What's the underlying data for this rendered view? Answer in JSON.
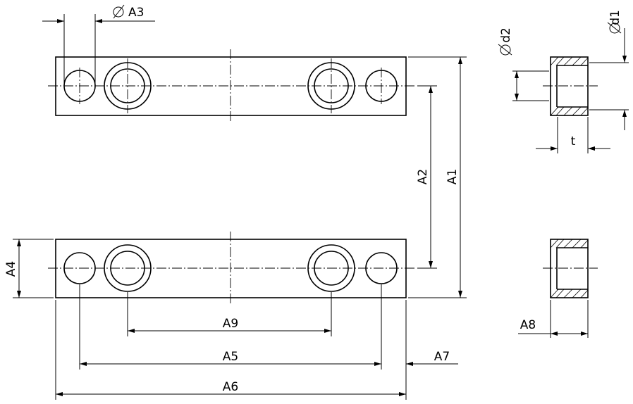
{
  "labels": {
    "diam_A3": "A3",
    "A1": "A1",
    "A2": "A2",
    "A4": "A4",
    "A5": "A5",
    "A6": "A6",
    "A7": "A7",
    "A8": "A8",
    "A9": "A9",
    "diam_d1": "d1",
    "diam_d2": "d2",
    "t": "t"
  },
  "icons": {
    "diameter": "diameter-symbol-icon"
  }
}
